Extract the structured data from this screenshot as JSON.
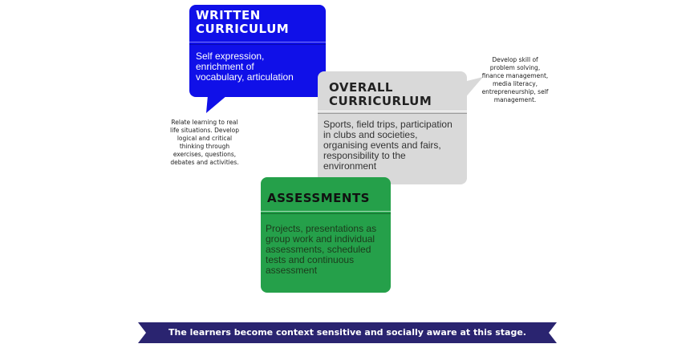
{
  "written": {
    "title": "WRITTEN\nCURRICULUM",
    "body": "Self expression,\nenrichment of\nvocabulary, articulation"
  },
  "overall": {
    "title": "OVERALL\nCURRICURLUM",
    "body": "Sports, field trips, participation\nin clubs and societies,\norganising events and fairs,\nresponsibility to the\nenvironment"
  },
  "assessments": {
    "title": "ASSESSMENTS",
    "body": "Projects, presentations as\ngroup work and individual\nassessments, scheduled\ntests and continuous\nassessment"
  },
  "notes": {
    "left": "Relate learning to real\nlife situations. Develop\nlogical and critical\nthinking through\nexercises, questions,\ndebates and activities.",
    "right": "Develop skill of\nproblem solving,\nfinance management,\nmedia literacy,\nentrepreneurship, self\nmanagement."
  },
  "banner": {
    "text": "The learners become context sensitive and socially aware at this stage."
  },
  "colors": {
    "written": "#1010e8",
    "overall": "#d9d9d9",
    "assessments": "#25a04a",
    "banner": "#2a2470"
  }
}
